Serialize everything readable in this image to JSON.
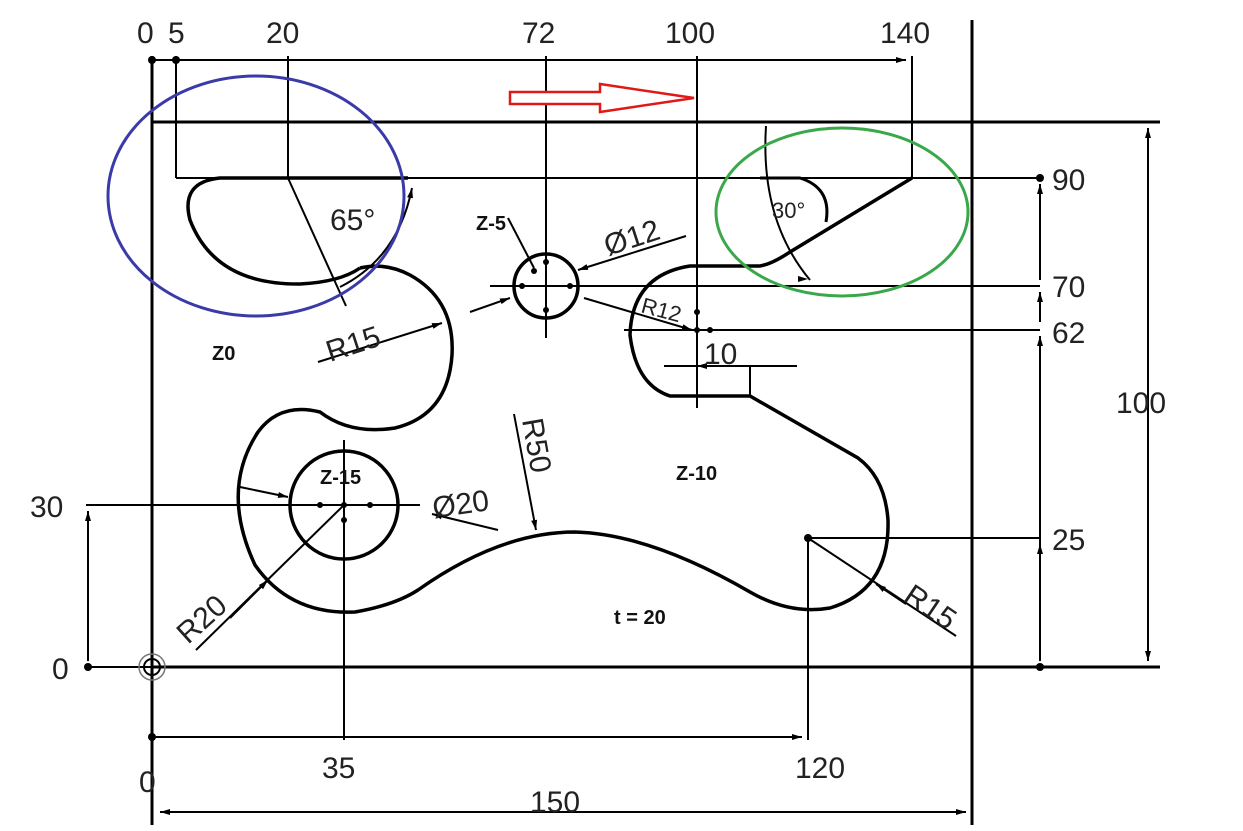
{
  "drawing": {
    "top_dims": [
      "0",
      "5",
      "20",
      "72",
      "100",
      "140"
    ],
    "bottom_dims": [
      "0",
      "35",
      "120",
      "150"
    ],
    "left_dims": [
      "30",
      "0"
    ],
    "right_dims": [
      "90",
      "70",
      "62",
      "25",
      "100"
    ],
    "zones": [
      "Z0",
      "Z-5",
      "Z-15",
      "Z-10"
    ],
    "thickness": "t = 20",
    "annotations": {
      "r15_top": "R15",
      "r15_bottom": "R15",
      "r20": "R20",
      "r50": "R50",
      "r12": "R12",
      "d12": "Ø12",
      "d20": "Ø20",
      "angle65": "65°",
      "angle30": "30°",
      "dim10": "10"
    },
    "colors": {
      "line": "#000000",
      "blue_ellipse": "#3a3aa8",
      "green_ellipse": "#3aa84a",
      "red_arrow": "#e01818"
    }
  }
}
